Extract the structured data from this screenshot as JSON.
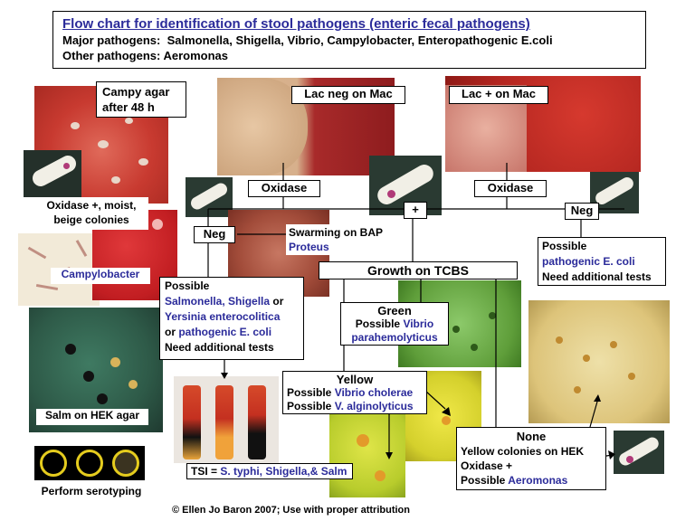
{
  "title": {
    "heading": "Flow chart for identification of stool pathogens (enteric fecal pathogens)",
    "major_prefix": "Major pathogens:",
    "major": "Salmonella, Shigella, Vibrio, Campylobacter, Enteropathogenic E.coli",
    "other_prefix": "Other pathogens:",
    "other": "Aeromonas"
  },
  "campy_agar": {
    "line1": "Campy agar",
    "line2": "after 48 h"
  },
  "oxidase_moist": {
    "line1": "Oxidase +, moist,",
    "line2": "beige colonies"
  },
  "campylobacter": "Campylobacter",
  "salm_hek": "Salm on HEK agar",
  "perform_serotyping": "Perform serotyping",
  "lac_neg": "Lac neg on Mac",
  "lac_pos": "Lac + on Mac",
  "oxidase_left": "Oxidase",
  "oxidase_right": "Oxidase",
  "plus": "+",
  "neg_left": "Neg",
  "neg_right": "Neg",
  "swarming": {
    "line1": "Swarming on BAP",
    "line2": "Proteus"
  },
  "possible_left": {
    "line1": "Possible",
    "line2a": "Salmonella, Shigella",
    "line2b": " or",
    "line3": "Yersinia enterocolitica",
    "line4a": "or ",
    "line4b": "pathogenic E. coli",
    "line5": "Need additional tests"
  },
  "possible_right": {
    "line1": "Possible",
    "line2": "pathogenic E. coli",
    "line3": "Need additional tests"
  },
  "growth_tcbs": "Growth on TCBS",
  "green": {
    "line1": "Green",
    "line2a": "Possible ",
    "line2b": "Vibrio",
    "line3": "parahemolyticus"
  },
  "yellow": {
    "line1": "Yellow",
    "line2a": "Possible ",
    "line2b": "Vibrio cholerae",
    "line3a": "Possible ",
    "line3b": "V. alginolyticus"
  },
  "none": {
    "line1": "None",
    "line2": "Yellow colonies on HEK",
    "line3": "Oxidase +",
    "line4a": "Possible ",
    "line4b": "Aeromonas"
  },
  "tsi": {
    "prefix": "TSI = ",
    "text": "S. typhi, Shigella,& Salm"
  },
  "copyright": "© Ellen Jo Baron 2007; Use with proper attribution",
  "colors": {
    "link_blue": "#2b2b9a",
    "agar_red": "#c8282a",
    "tcbs_green": "#6aa84f",
    "tcbs_yellow": "#d6d93a"
  }
}
